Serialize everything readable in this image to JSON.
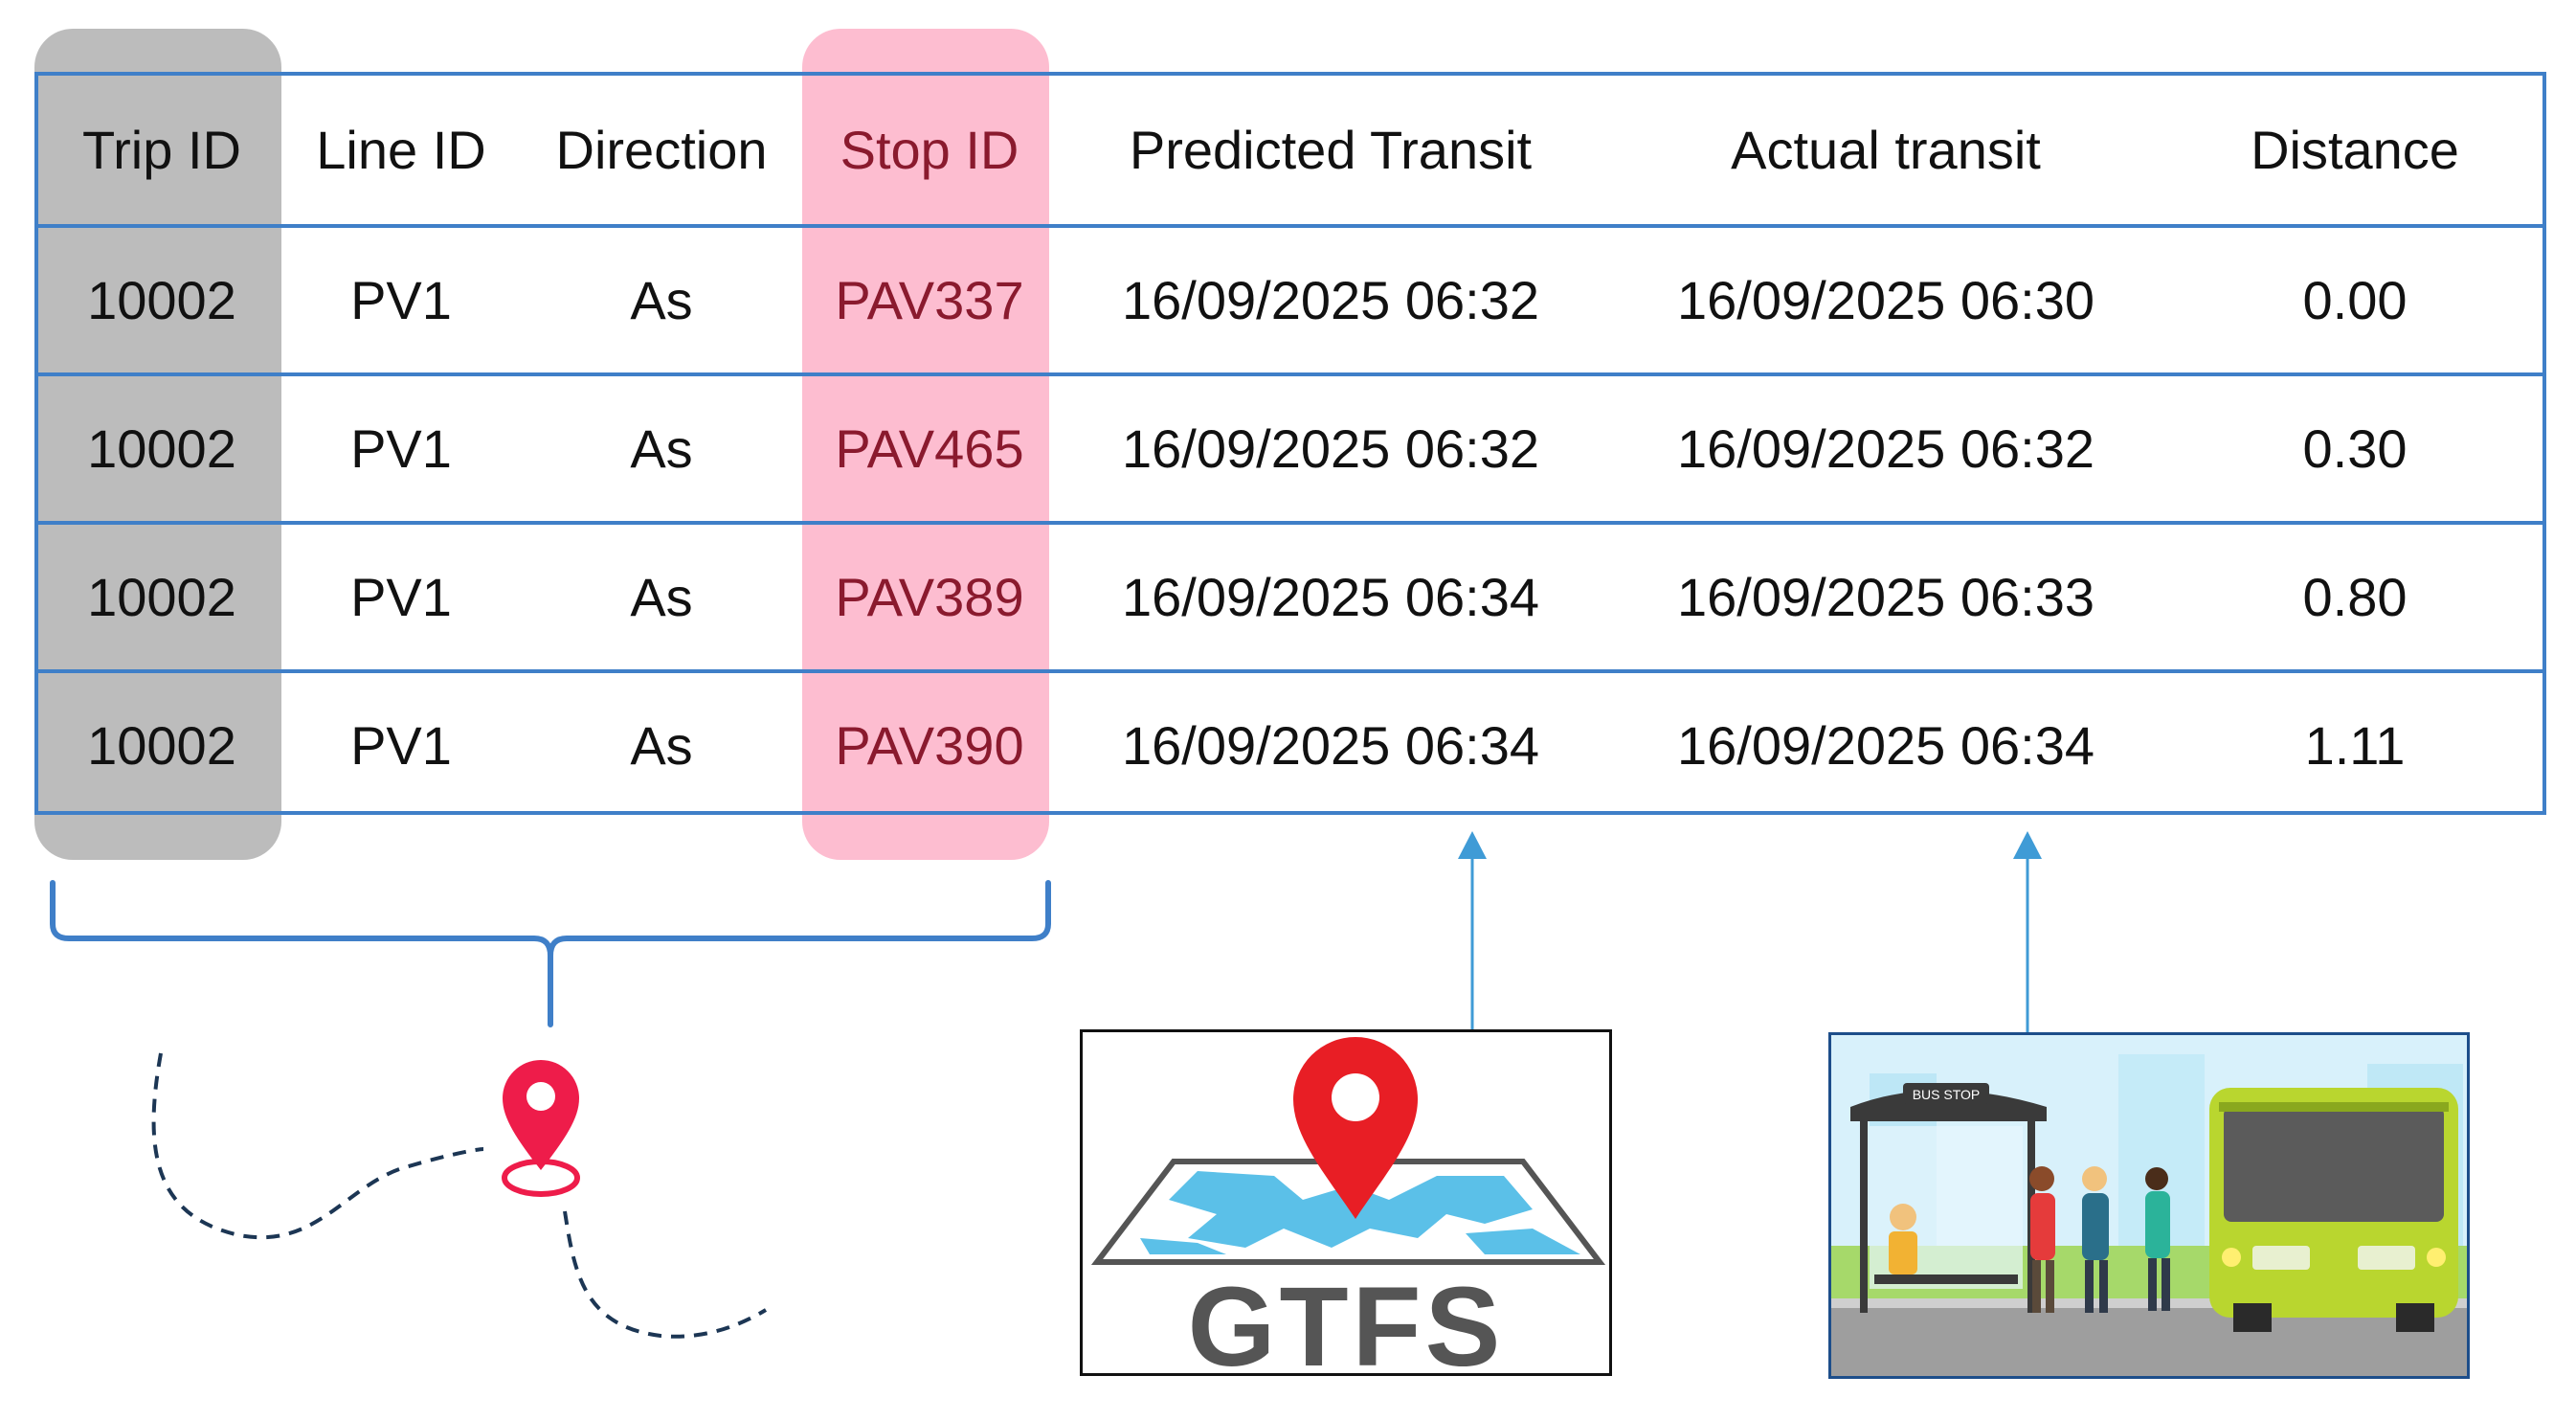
{
  "table": {
    "headers": [
      "Trip ID",
      "Line ID",
      "Direction",
      "Stop ID",
      "Predicted Transit",
      "Actual transit",
      "Distance"
    ],
    "rows": [
      [
        "10002",
        "PV1",
        "As",
        "PAV337",
        "16/09/2025 06:32",
        "16/09/2025 06:30",
        "0.00"
      ],
      [
        "10002",
        "PV1",
        "As",
        "PAV465",
        "16/09/2025 06:32",
        "16/09/2025 06:32",
        "0.30"
      ],
      [
        "10002",
        "PV1",
        "As",
        "PAV389",
        "16/09/2025 06:34",
        "16/09/2025 06:33",
        "0.80"
      ],
      [
        "10002",
        "PV1",
        "As",
        "PAV390",
        "16/09/2025 06:34",
        "16/09/2025 06:34",
        "1.11"
      ]
    ]
  },
  "gtfs": {
    "logo_text": "GTFS"
  },
  "bus_stop": {
    "sign_text": "BUS STOP"
  },
  "colors": {
    "border": "#3f7fc8",
    "trip_highlight": "#bcbcbc",
    "stop_highlight": "#fdbdd0",
    "pin": "#ee1c4a",
    "gtfs_pin": "#e81e25",
    "map_water": "#5bc0e8",
    "bus": "#b9d62f"
  },
  "icons": [
    "route-pin-icon",
    "gtfs-map-pin-icon",
    "bus-stop-illustration"
  ]
}
